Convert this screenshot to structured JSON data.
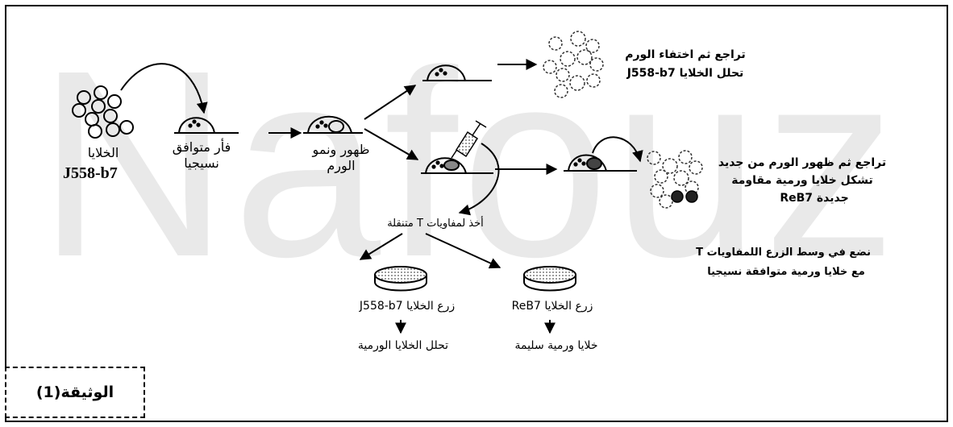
{
  "watermark": "Nafouz",
  "labels": {
    "cells_ar": "الخلايا",
    "cells_code": "J558-b7",
    "mouse_ar_line1": "فأر متوافق",
    "mouse_ar_line2": "نسيجيا",
    "tumor_line1": "ظهور ونمو",
    "tumor_line2": "الورم",
    "regress_line1": "تراجع ثم اختفاء الورم",
    "regress_line2": "تحلل الخلايا J558-b7",
    "reappear_line1": "تراجع ثم ظهور الورم من جديد",
    "reappear_line2": "تشكل خلايا ورمية مقاومة",
    "reappear_line3": "جديدة ReB7",
    "take_t": "أخذ لمفاويات T متنقلة",
    "culture_line1": "نضع في وسط الزرع اللمفاويات T",
    "culture_line2": "مع خلايا ورمية متوافقة نسيجيا",
    "left_culture": "زرع الخلايا J558-b7",
    "left_result": "تحلل الخلايا الورمية",
    "right_culture": "زرع الخلايا ReB7",
    "right_result": "خلايا ورمية سليمة"
  },
  "document_label": "الوثيقة(1)"
}
